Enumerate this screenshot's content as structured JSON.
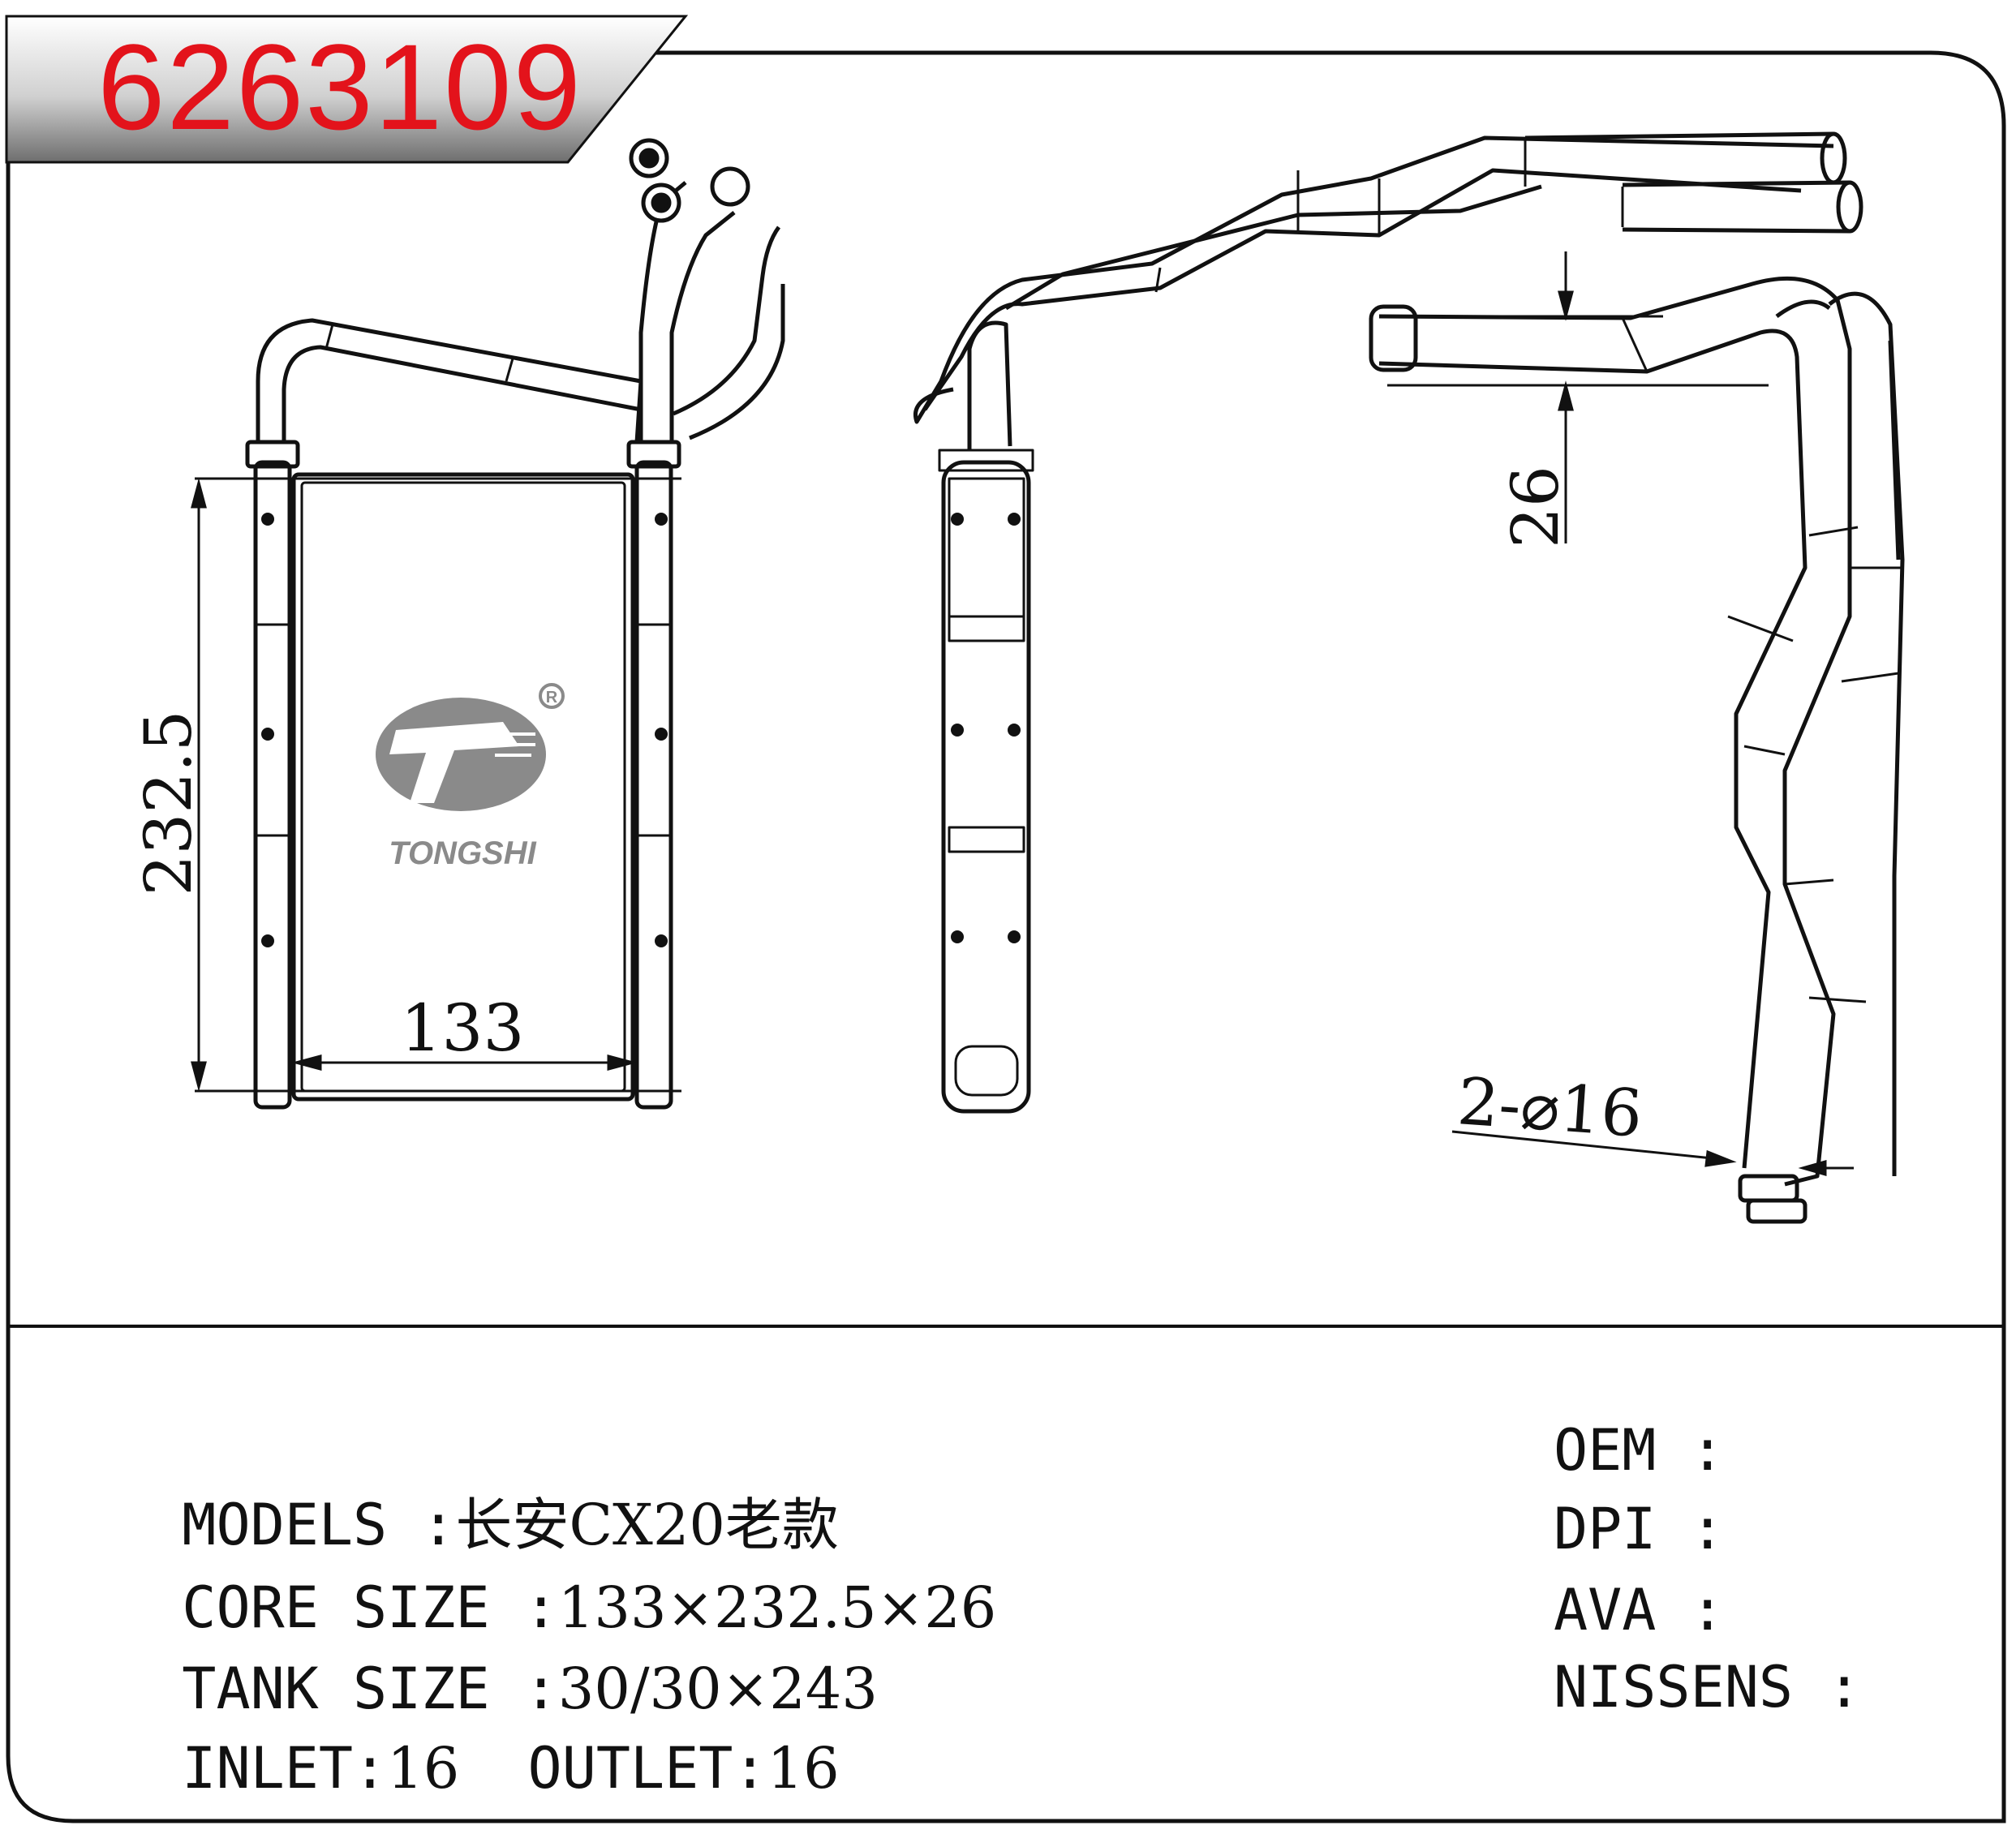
{
  "part_number": "6263109",
  "brand": {
    "name": "TONGSHI",
    "registered_mark": "R"
  },
  "dimensions": {
    "core_height": "232.5",
    "core_width": "133",
    "tube_spacing": "26",
    "pipe_diameter": "2-⌀16"
  },
  "specs": {
    "models_label": "MODELS :",
    "models_value": "长安CX20老款",
    "core_label": "CORE SIZE :",
    "core_value": "133×232.5×26",
    "tank_label": "TANK SIZE :",
    "tank_value": "30/30×243",
    "inlet_label": "INLET:",
    "inlet_value": "16",
    "outlet_label": "OUTLET:",
    "outlet_value": "16"
  },
  "refs": {
    "oem": "OEM :",
    "dpi": "DPI :",
    "ava": "AVA :",
    "nissens": "NISSENS :"
  },
  "colors": {
    "part_number": "#e3131b",
    "ink": "#111111",
    "logo_gray": "#8a8a8a"
  }
}
